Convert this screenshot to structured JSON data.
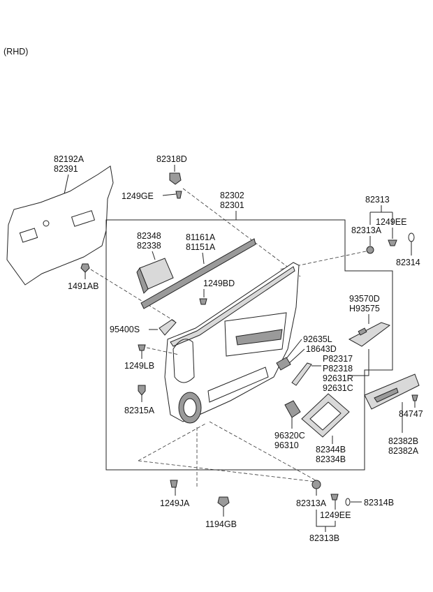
{
  "header": {
    "variant": "(RHD)"
  },
  "labels": {
    "l82192A": "82192A",
    "l82391": "82391",
    "l82318D": "82318D",
    "l1249GE": "1249GE",
    "l82302": "82302",
    "l82301": "82301",
    "l82313": "82313",
    "l1249EE_top": "1249EE",
    "l82313A_top": "82313A",
    "l82314": "82314",
    "l82348": "82348",
    "l82338": "82338",
    "l81161A": "81161A",
    "l81151A": "81151A",
    "l1491AB": "1491AB",
    "l1249BD": "1249BD",
    "l93570D": "93570D",
    "lH93575": "H93575",
    "l95400S": "95400S",
    "l92635L": "92635L",
    "l18643D": "18643D",
    "lP82317": "P82317",
    "lP82318": "P82318",
    "l92631R": "92631R",
    "l92631C": "92631C",
    "l1249LB": "1249LB",
    "l82315A": "82315A",
    "l84747": "84747",
    "l96320C": "96320C",
    "l96310": "96310",
    "l82344B": "82344B",
    "l82334B": "82334B",
    "l82382B": "82382B",
    "l82382A": "82382A",
    "l1249JA": "1249JA",
    "l1194GB": "1194GB",
    "l82313A_bot": "82313A",
    "l82314B": "82314B",
    "l1249EE_bot": "1249EE",
    "l82313B": "82313B"
  }
}
